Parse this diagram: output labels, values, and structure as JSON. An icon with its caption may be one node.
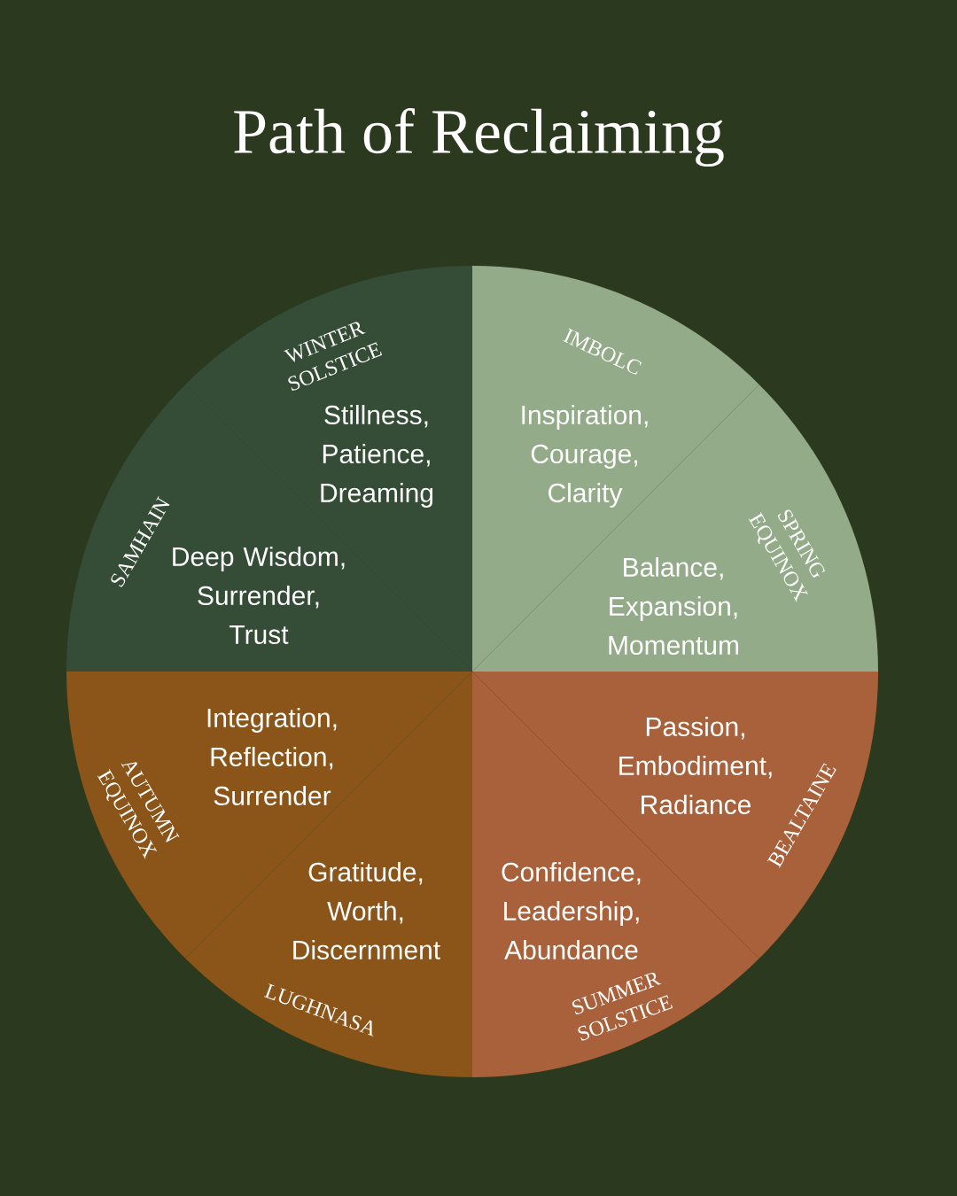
{
  "diagram": {
    "title": "Path of Reclaiming",
    "nodes": [
      {
        "text": [
          "WINTER SOLSTICE",
          "Stillness, Patience, Dreaming"
        ]
      },
      {
        "text": [
          "IMBOLC",
          "Inspiration, Courage, Clarity"
        ]
      },
      {
        "text": [
          "SPRING EQUINOX",
          "Balance, Expansion, Momentum"
        ]
      },
      {
        "text": [
          "BEALTAINE",
          "Passion, Embodiment, Radiance"
        ]
      },
      {
        "text": [
          "SUMMER SOLSTICE",
          "Confidence, Leadership, Abundance"
        ]
      },
      {
        "text": [
          "LUGHNASA",
          "Gratitude, Worth, Discernment"
        ]
      },
      {
        "text": [
          "AUTUMN EQUINOX",
          "Integration, Reflection, Surrender"
        ]
      },
      {
        "text": [
          "SAMHAIN",
          "Deep Wisdom, Surrender, Trust"
        ]
      }
    ]
  }
}
